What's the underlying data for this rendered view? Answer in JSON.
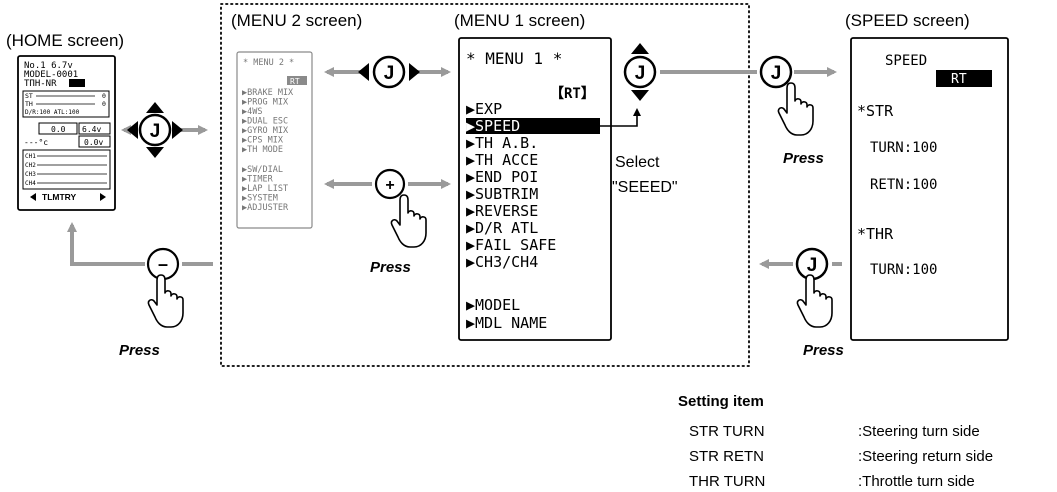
{
  "screens": {
    "home": {
      "caption": "(HOME screen)",
      "lines": {
        "model_no": "No.1  6.7v",
        "model_name": "MODEL-0001",
        "system": "TΠH-NR",
        "st": "ST",
        "st_val": "0",
        "th": "TH",
        "th_val": "0",
        "dr": "D/R:100 ATL:100",
        "timer": "0.0",
        "batt": "6.4v",
        "temp": "---°c",
        "volt": "0.0v",
        "ch1": "CH1",
        "ch2": "CH2",
        "ch3": "CH3",
        "ch4": "CH4",
        "telemetry": "TLMTRY"
      }
    },
    "menu2": {
      "caption": "(MENU 2 screen)",
      "title": "* MENU 2 *",
      "rt": "RT",
      "items": [
        "▶BRAKE MIX",
        "▶PROG MIX",
        "▶4WS",
        "▶DUAL ESC",
        "▶GYRO MIX",
        "▶CPS MIX",
        "▶TH MODE"
      ],
      "items2": [
        "▶SW/DIAL",
        "▶TIMER",
        "▶LAP LIST",
        "▶SYSTEM",
        "▶ADJUSTER"
      ]
    },
    "menu1": {
      "caption": "(MENU 1 screen)",
      "title": "* MENU 1 *",
      "rt": "【RT】",
      "items": [
        "▶EXP",
        "▶SPEED",
        "▶TH A.B.",
        "▶TH ACCE",
        "▶END POI",
        "▶SUBTRIM",
        "▶REVERSE",
        "▶D/R ATL",
        "▶FAIL SAFE",
        "▶CH3/CH4"
      ],
      "items2": [
        "▶MODEL",
        "▶MDL NAME"
      ],
      "selected_index": 1
    },
    "speed": {
      "caption": "(SPEED screen)",
      "title": "SPEED",
      "rt": "RT",
      "str_head": "*STR",
      "str_turn": "TURN:100",
      "str_retn": "RETN:100",
      "thr_head": "*THR",
      "thr_turn": "TURN:100"
    }
  },
  "buttons": {
    "j_label": "J",
    "plus_label": "+",
    "minus_label": "–",
    "press_label": "Press"
  },
  "annotation": {
    "select_line1": "Select",
    "select_line2": "\"SEEED\""
  },
  "setting_items": {
    "heading": "Setting item",
    "rows": [
      {
        "item": "STR TURN",
        "desc": ":Steering turn side"
      },
      {
        "item": "STR RETN",
        "desc": ":Steering return side"
      },
      {
        "item": "THR TURN",
        "desc": ":Throttle turn side"
      }
    ]
  },
  "colors": {
    "arrow_gray": "#9a9a9a",
    "line": "#000000",
    "selection_bg": "#000000",
    "selection_text": "#ffffff"
  }
}
